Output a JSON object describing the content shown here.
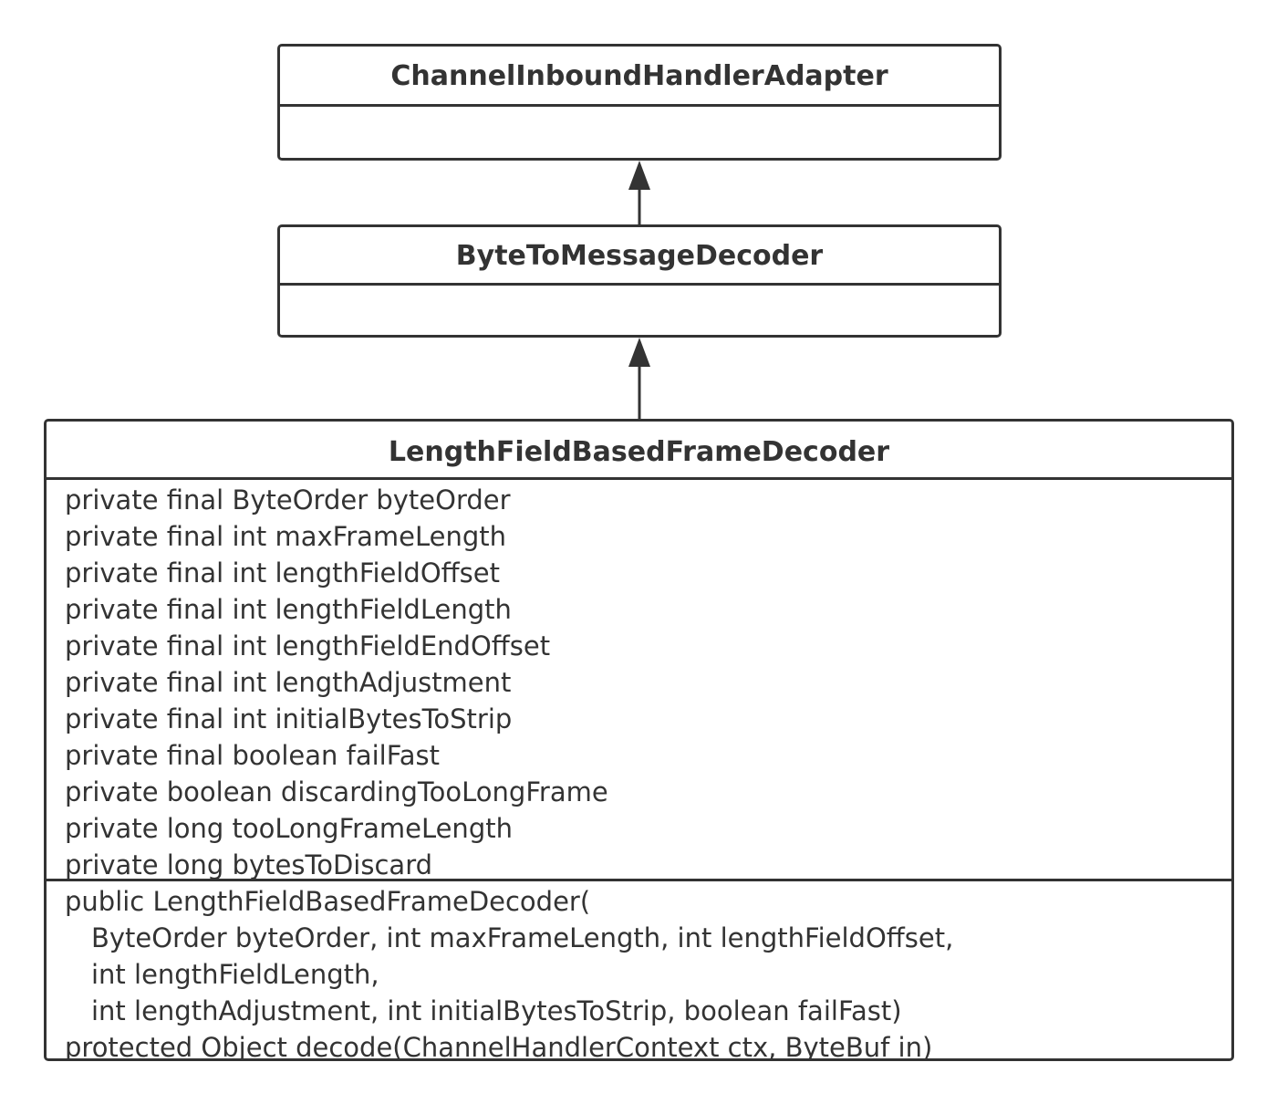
{
  "classes": {
    "channel_inbound_handler_adapter": {
      "name": "ChannelInboundHandlerAdapter"
    },
    "byte_to_message_decoder": {
      "name": "ByteToMessageDecoder"
    },
    "length_field_based_frame_decoder": {
      "name": "LengthFieldBasedFrameDecoder",
      "attributes": [
        "private final ByteOrder byteOrder",
        "private final int maxFrameLength",
        "private final int lengthFieldOffset",
        "private final int lengthFieldLength",
        "private final int lengthFieldEndOffset",
        "private final int lengthAdjustment",
        "private final int initialBytesToStrip",
        "private final boolean failFast",
        "private boolean discardingTooLongFrame",
        "private long tooLongFrameLength",
        "private long bytesToDiscard"
      ],
      "operations": [
        "public LengthFieldBasedFrameDecoder(",
        "ByteOrder byteOrder, int maxFrameLength, int lengthFieldOffset,",
        "int lengthFieldLength,",
        "int lengthAdjustment, int initialBytesToStrip, boolean failFast)",
        "protected Object decode(ChannelHandlerContext ctx, ByteBuf in)"
      ]
    }
  },
  "colors": {
    "stroke": "#333333",
    "background": "#ffffff"
  }
}
